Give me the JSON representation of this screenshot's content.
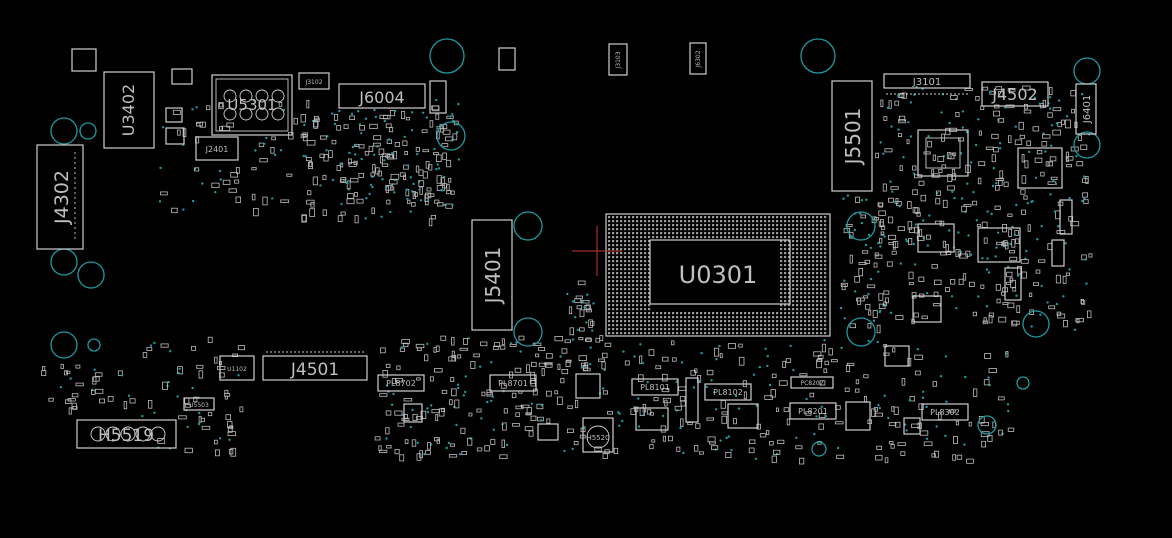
{
  "colors": {
    "background": "#000000",
    "outline": "#cfcfcf",
    "label": "#bfbfbf",
    "mounting_hole": "#1e9aa0",
    "cursor": "#c0392b"
  },
  "components": {
    "u0301": "U0301",
    "j5401": "J5401",
    "j5501": "J5501",
    "j4302": "J4302",
    "u3402": "U3402",
    "u5301": "U5301",
    "j6004": "J6004",
    "j3101": "J3101",
    "j4502": "J4502",
    "j6401": "J6401",
    "j4501": "J4501",
    "h5519": "H5519",
    "h5520": "H5520",
    "pl8702": "PL8702",
    "pl8701": "PL8701",
    "pl8101": "PL8101",
    "pl8102": "PL8102",
    "pl8201": "PL8201",
    "pl8302": "PL8302",
    "pc8202": "PC8202",
    "j3102": "J3102",
    "j3103": "J3103",
    "j6302": "J6302",
    "j2401": "J2401",
    "u1102": "U1102",
    "u5503": "U5503"
  }
}
